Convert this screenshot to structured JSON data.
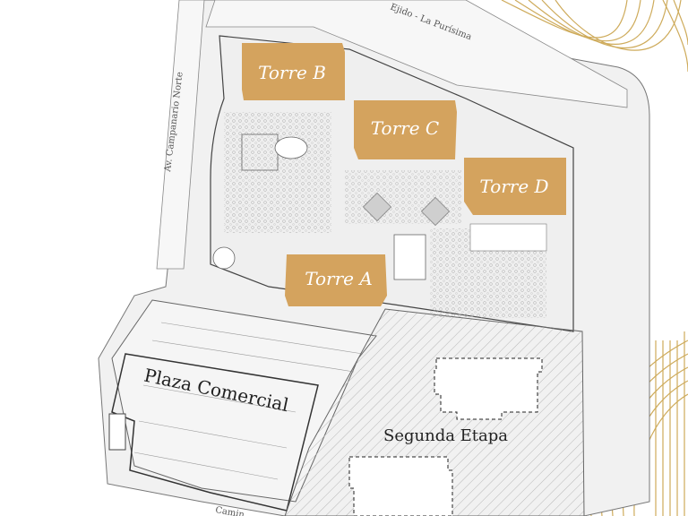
{
  "colors": {
    "tower_fill": "#d4a35e",
    "gold_line": "#c9a24a",
    "outline": "#555555",
    "hatch": "#9a9a9a"
  },
  "towers": [
    {
      "id": "b",
      "label": "Torre B"
    },
    {
      "id": "c",
      "label": "Torre C"
    },
    {
      "id": "d",
      "label": "Torre D"
    },
    {
      "id": "a",
      "label": "Torre A"
    }
  ],
  "zones": {
    "plaza_comercial": "Plaza Comercial",
    "segunda_etapa": "Segunda Etapa"
  },
  "roads": {
    "ejido": "Ejido - La Purísima",
    "campanario": "Av. Campanario Norte",
    "bottom": "Camin"
  }
}
